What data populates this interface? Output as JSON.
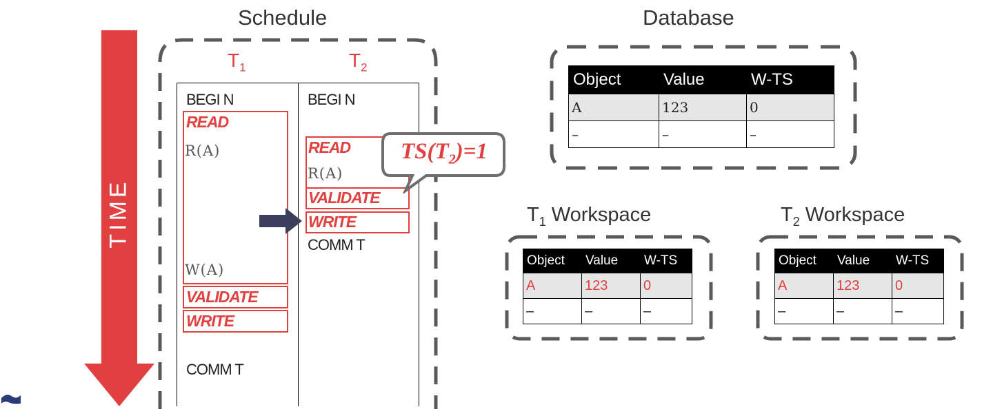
{
  "time_label": "TIME",
  "schedule": {
    "title": "Schedule",
    "t1": {
      "label": "T",
      "sub": "1",
      "begin": "BEGI N",
      "read_phase": "READ",
      "read_op": "R(A)",
      "write_op": "W(A)",
      "validate_phase": "VALIDATE",
      "write_phase": "WRITE",
      "commit": "COMM T"
    },
    "t2": {
      "label": "T",
      "sub": "2",
      "begin": "BEGI N",
      "read_phase": "READ",
      "read_op": "R(A)",
      "validate_phase": "VALIDATE",
      "write_phase": "WRITE",
      "commit": "COMM T"
    },
    "callout": {
      "prefix": "TS(T",
      "sub": "2",
      "suffix": ")=1"
    }
  },
  "database": {
    "title": "Database",
    "columns": [
      "Object",
      "Value",
      "W-TS"
    ],
    "rows": [
      [
        "A",
        "123",
        "0"
      ],
      [
        "–",
        "–",
        "–"
      ]
    ]
  },
  "t1_workspace": {
    "title_prefix": "T",
    "title_sub": "1",
    "title_suffix": " Workspace",
    "columns": [
      "Object",
      "Value",
      "W-TS"
    ],
    "rows": [
      [
        "A",
        "123",
        "0"
      ],
      [
        "–",
        "–",
        "–"
      ]
    ]
  },
  "t2_workspace": {
    "title_prefix": "T",
    "title_sub": "2",
    "title_suffix": " Workspace",
    "columns": [
      "Object",
      "Value",
      "W-TS"
    ],
    "rows": [
      [
        "A",
        "123",
        "0"
      ],
      [
        "–",
        "–",
        "–"
      ]
    ]
  },
  "colors": {
    "accent": "#e0403f",
    "arrow": "#3b3f5c",
    "dash": "#5a5a5a"
  }
}
